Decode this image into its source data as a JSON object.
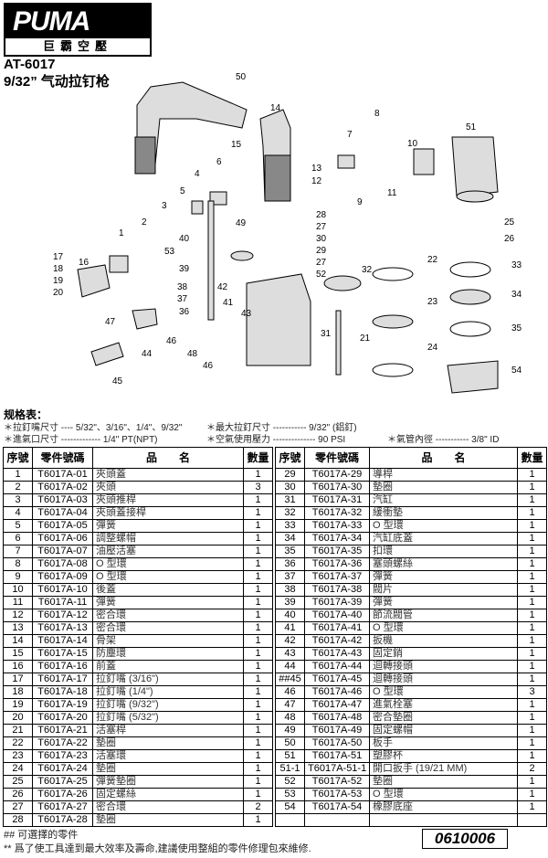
{
  "logo": {
    "brand": "PUMA",
    "subtitle": "巨霸空壓"
  },
  "header": {
    "model": "AT-6017",
    "title": "9/32” 气动拉钉枪"
  },
  "diagram": {
    "labels": [
      "50",
      "14",
      "8",
      "51",
      "7",
      "15",
      "6",
      "13",
      "12",
      "10",
      "4",
      "5",
      "3",
      "11",
      "9",
      "2",
      "28",
      "27",
      "30",
      "25",
      "26",
      "29",
      "27",
      "52",
      "49",
      "1",
      "40",
      "53",
      "39",
      "17",
      "18",
      "19",
      "20",
      "16",
      "22",
      "32",
      "33",
      "38",
      "42",
      "37",
      "41",
      "34",
      "43",
      "23",
      "36",
      "47",
      "35",
      "31",
      "21",
      "46",
      "48",
      "46",
      "44",
      "24",
      "54",
      "45"
    ]
  },
  "specs": {
    "title": "规格表：",
    "items": [
      "＊拉釘嘴尺寸 ---- 5/32\"、3/16\"、1/4\"、9/32\"",
      "＊最大拉釘尺寸 ----------- 9/32\" (鋁釘)",
      "＊進氣口尺寸 ------------- 1/4\" PT(NPT)",
      "＊空氣使用壓力 -------------- 90 PSI",
      "＊氣管內徑 ----------- 3/8\" ID"
    ]
  },
  "table": {
    "headers": [
      "序號",
      "零件號碼",
      "品　　名",
      "數量"
    ],
    "left": [
      [
        "1",
        "T6017A-01",
        "夾頭蓋",
        "1"
      ],
      [
        "2",
        "T6017A-02",
        "夾頭",
        "3"
      ],
      [
        "3",
        "T6017A-03",
        "夾頭推桿",
        "1"
      ],
      [
        "4",
        "T6017A-04",
        "夾頭蓋接桿",
        "1"
      ],
      [
        "5",
        "T6017A-05",
        "彈簧",
        "1"
      ],
      [
        "6",
        "T6017A-06",
        "調整螺帽",
        "1"
      ],
      [
        "7",
        "T6017A-07",
        "油壓活塞",
        "1"
      ],
      [
        "8",
        "T6017A-08",
        "O 型環",
        "1"
      ],
      [
        "9",
        "T6017A-09",
        "O 型環",
        "1"
      ],
      [
        "10",
        "T6017A-10",
        "後蓋",
        "1"
      ],
      [
        "11",
        "T6017A-11",
        "彈簧",
        "1"
      ],
      [
        "12",
        "T6017A-12",
        "密合環",
        "1"
      ],
      [
        "13",
        "T6017A-13",
        "密合環",
        "1"
      ],
      [
        "14",
        "T6017A-14",
        "骨架",
        "1"
      ],
      [
        "15",
        "T6017A-15",
        "防塵環",
        "1"
      ],
      [
        "16",
        "T6017A-16",
        "前蓋",
        "1"
      ],
      [
        "17",
        "T6017A-17",
        "拉釘嘴 (3/16\")",
        "1"
      ],
      [
        "18",
        "T6017A-18",
        "拉釘嘴 (1/4\")",
        "1"
      ],
      [
        "19",
        "T6017A-19",
        "拉釘嘴 (9/32\")",
        "1"
      ],
      [
        "20",
        "T6017A-20",
        "拉釘嘴 (5/32\")",
        "1"
      ],
      [
        "21",
        "T6017A-21",
        "活塞桿",
        "1"
      ],
      [
        "22",
        "T6017A-22",
        "墊圈",
        "1"
      ],
      [
        "23",
        "T6017A-23",
        "活塞環",
        "1"
      ],
      [
        "24",
        "T6017A-24",
        "墊圈",
        "1"
      ],
      [
        "25",
        "T6017A-25",
        "彈簧墊圈",
        "1"
      ],
      [
        "26",
        "T6017A-26",
        "固定螺絲",
        "1"
      ],
      [
        "27",
        "T6017A-27",
        "密合環",
        "2"
      ],
      [
        "28",
        "T6017A-28",
        "墊圈",
        "1"
      ]
    ],
    "right": [
      [
        "29",
        "T6017A-29",
        "導桿",
        "1"
      ],
      [
        "30",
        "T6017A-30",
        "墊圈",
        "1"
      ],
      [
        "31",
        "T6017A-31",
        "汽缸",
        "1"
      ],
      [
        "32",
        "T6017A-32",
        "緩衝墊",
        "1"
      ],
      [
        "33",
        "T6017A-33",
        "O 型環",
        "1"
      ],
      [
        "34",
        "T6017A-34",
        "汽缸底蓋",
        "1"
      ],
      [
        "35",
        "T6017A-35",
        "扣環",
        "1"
      ],
      [
        "36",
        "T6017A-36",
        "塞頭螺絲",
        "1"
      ],
      [
        "37",
        "T6017A-37",
        "彈簧",
        "1"
      ],
      [
        "38",
        "T6017A-38",
        "閥片",
        "1"
      ],
      [
        "39",
        "T6017A-39",
        "彈簧",
        "1"
      ],
      [
        "40",
        "T6017A-40",
        "節流閥管",
        "1"
      ],
      [
        "41",
        "T6017A-41",
        "O 型環",
        "1"
      ],
      [
        "42",
        "T6017A-42",
        "扳機",
        "1"
      ],
      [
        "43",
        "T6017A-43",
        "固定銷",
        "1"
      ],
      [
        "44",
        "T6017A-44",
        "迴轉接頭",
        "1"
      ],
      [
        "##45",
        "T6017A-45",
        "迴轉接頭",
        "1"
      ],
      [
        "46",
        "T6017A-46",
        "O 型環",
        "3"
      ],
      [
        "47",
        "T6017A-47",
        "進氣栓塞",
        "1"
      ],
      [
        "48",
        "T6017A-48",
        "密合墊圈",
        "1"
      ],
      [
        "49",
        "T6017A-49",
        "固定螺帽",
        "1"
      ],
      [
        "50",
        "T6017A-50",
        "板手",
        "1"
      ],
      [
        "51",
        "T6017A-51",
        "塑膠杯",
        "1"
      ],
      [
        "51-1",
        "T6017A-51-1",
        "開口扳手 (19/21 MM)",
        "2"
      ],
      [
        "52",
        "T6017A-52",
        "墊圈",
        "1"
      ],
      [
        "53",
        "T6017A-53",
        "O 型環",
        "1"
      ],
      [
        "54",
        "T6017A-54",
        "橡膠底座",
        "1"
      ],
      [
        "",
        "",
        "",
        ""
      ]
    ]
  },
  "notes": [
    "## 可選擇的零件",
    "** 爲了使工具達到最大效率及壽命,建議使用整組的零件修理包來維修."
  ],
  "doc_code": "0610006"
}
